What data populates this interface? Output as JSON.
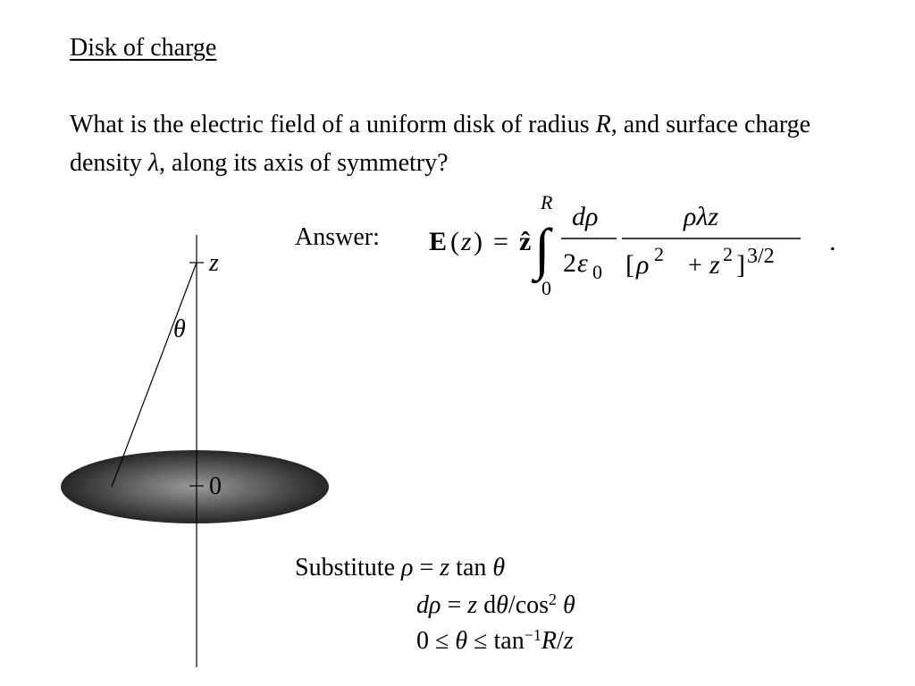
{
  "slide": {
    "title": "Disk of charge",
    "question": {
      "part1": "What is the electric field of a uniform disk of radius ",
      "radius_symbol": "R",
      "part2": ", and surface charge density ",
      "density_symbol": "λ",
      "part3": ", along its axis of symmetry?"
    },
    "answer_label": "Answer:",
    "formula": {
      "lhs_E": "E",
      "lhs_open": "(",
      "lhs_z": "z",
      "lhs_close": ")",
      "equals": "=",
      "zhat": "ẑ",
      "integral": "∫",
      "upper_limit": "R",
      "lower_limit": "0",
      "frac1_num": "dρ",
      "frac1_den_coef": "2",
      "frac1_den_eps": "ε",
      "frac1_den_sub": "0",
      "frac2_num": "ρλz",
      "frac2_den_open": "[",
      "frac2_den_rho": "ρ",
      "frac2_den_exp1": "2",
      "frac2_den_plus": "+",
      "frac2_den_z": "z",
      "frac2_den_exp2": "2",
      "frac2_den_close": "]",
      "frac2_den_exp3": "3/2",
      "period": "."
    },
    "diagram": {
      "axis_label": "z",
      "angle_label": "θ",
      "origin_label": "0"
    },
    "substitute": {
      "line1_prefix": "Substitute ",
      "line1_rho": "ρ",
      "line1_eq": " = ",
      "line1_z": "z",
      "line1_rest": " tan ",
      "line1_theta": "θ",
      "line2_drho": "dρ",
      "line2_eq": " = ",
      "line2_z": "z",
      "line2_d": " d",
      "line2_theta": "θ",
      "line2_cos": "/cos",
      "line2_exp": "2",
      "line2_theta2": " θ",
      "line3_zero": "0 ≤ ",
      "line3_theta": "θ",
      "line3_le": " ≤ tan",
      "line3_exp": "−1",
      "line3_R": "R",
      "line3_slash": "/",
      "line3_z": "z"
    }
  }
}
